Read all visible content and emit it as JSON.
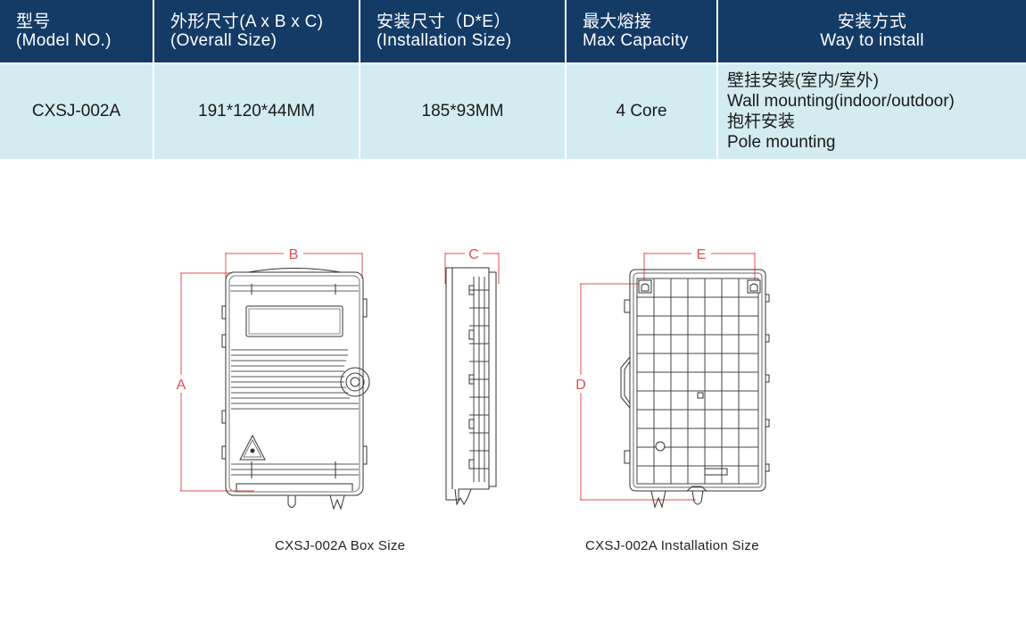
{
  "table": {
    "headers": [
      {
        "cn": "型号",
        "en": "(Model NO.)"
      },
      {
        "cn": "外形尺寸(A x B x C)",
        "en": "(Overall Size)"
      },
      {
        "cn": "安装尺寸（D*E）",
        "en": "(Installation Size)"
      },
      {
        "cn": "最大熔接",
        "en": "Max Capacity"
      },
      {
        "cn": "安装方式",
        "en": "Way to install"
      }
    ],
    "row": {
      "model": "CXSJ-002A",
      "overall_size": "191*120*44MM",
      "installation_size": "185*93MM",
      "capacity": "4 Core",
      "install_lines": [
        "壁挂安装(室内/室外)",
        "Wall mounting(indoor/outdoor)",
        "抱杆安装",
        "Pole mounting"
      ]
    }
  },
  "drawings": {
    "front_view": {
      "label_a": "A",
      "label_b": "B"
    },
    "side_view": {
      "label_c": "C"
    },
    "back_view": {
      "label_d": "D",
      "label_e": "E"
    }
  },
  "captions": {
    "box_size": "CXSJ-002A  Box Size",
    "installation_size": "CXSJ-002A  Installation Size"
  },
  "colors": {
    "header_bg": "#143a66",
    "row_bg": "#d3ecf2",
    "dimension_line": "#e05050"
  }
}
